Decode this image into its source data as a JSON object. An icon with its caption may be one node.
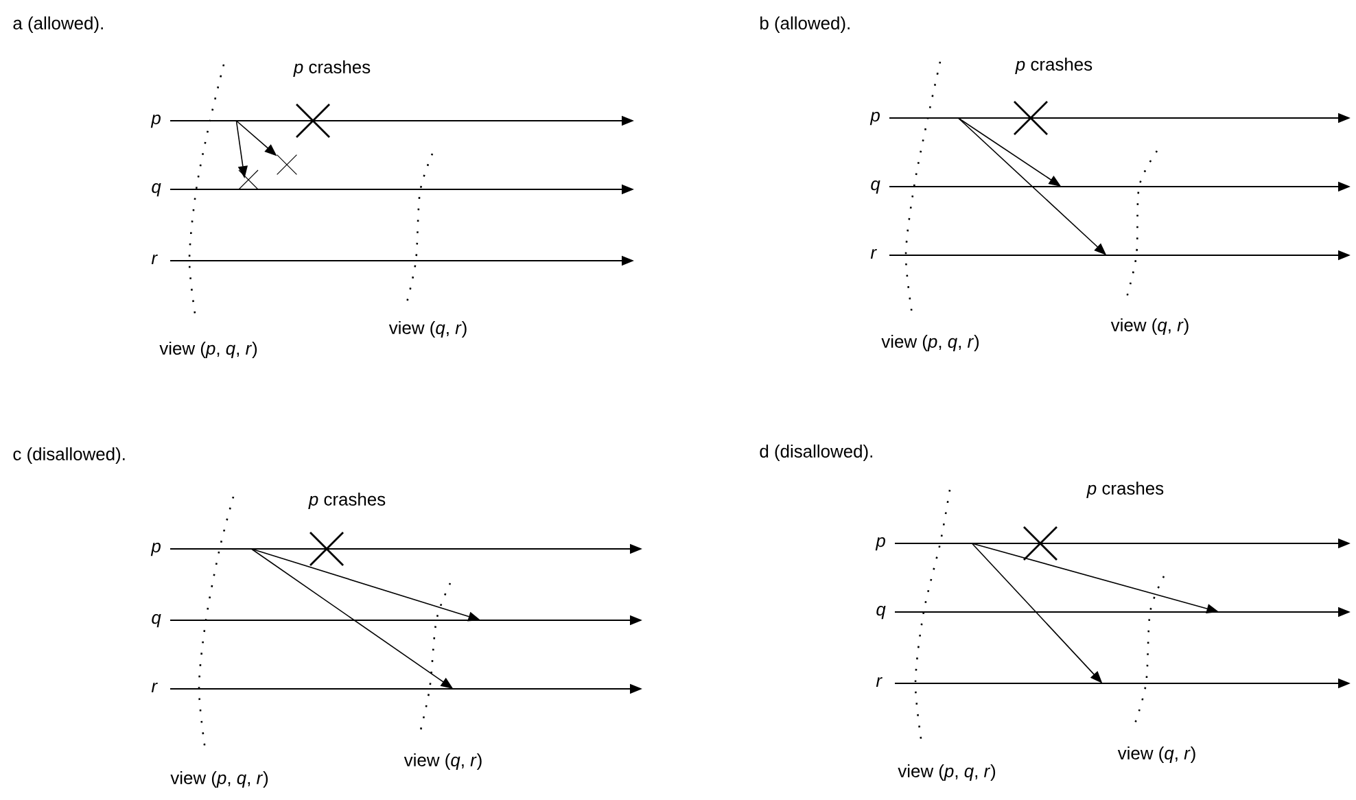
{
  "diagram": {
    "nodes": [
      {
        "text": [
          "p"
        ],
        "beside": [
          "*p* crashes"
        ]
      },
      {
        "text": [
          "q"
        ]
      },
      {
        "text": [
          "r"
        ]
      },
      {
        "text": [
          "p"
        ],
        "beside": [
          "*p* crashes"
        ]
      },
      {
        "text": [
          "q"
        ]
      },
      {
        "text": [
          "r"
        ]
      },
      {
        "text": [
          "p"
        ],
        "beside": [
          "*p* crashes"
        ]
      },
      {
        "text": [
          "q"
        ]
      },
      {
        "text": [
          "r"
        ]
      },
      {
        "text": [
          "p"
        ],
        "beside": [
          "*p* crashes"
        ]
      },
      {
        "text": [
          "q"
        ]
      },
      {
        "text": [
          "r"
        ]
      },
      {
        "text": [],
        "shape": "cross"
      }
    ],
    "edges": [
      {
        "from": 0,
        "to": 1,
        "arrow": "to"
      },
      {
        "from": 0,
        "to": 12,
        "arrow": "to"
      },
      {
        "from": 3,
        "to": 4,
        "arrow": "to"
      },
      {
        "from": 3,
        "to": 5,
        "arrow": "to"
      },
      {
        "from": 6,
        "to": 7,
        "arrow": "to"
      },
      {
        "from": 6,
        "to": 8,
        "arrow": "to"
      },
      {
        "from": 9,
        "to": 10,
        "arrow": "to"
      },
      {
        "from": 9,
        "to": 11,
        "arrow": "to"
      }
    ],
    "labels": [
      "a (allowed).",
      "view (*p*, *q*, *r*)",
      "view (*q*, *r*)",
      "b (allowed).",
      "view (*p*, *q*, *r*)",
      "view (*q*, *r*)",
      "c (disallowed).",
      "view (*p*, *q*, *r*)",
      "view (*q*, *r*)",
      "d (disallowed).",
      "view (*p*, *q*, *r*)",
      "view (*q*, *r*)"
    ]
  }
}
